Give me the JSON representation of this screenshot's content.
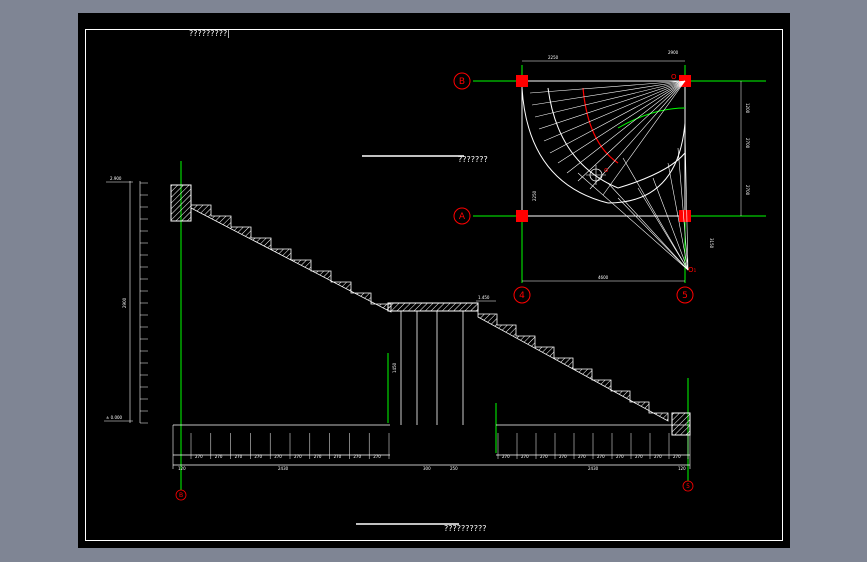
{
  "sheet_title": "?????????|",
  "plan_view": {
    "title": "???????",
    "axis_labels": {
      "row_top": "B",
      "row_bottom": "A",
      "col_left": "4",
      "col_right": "5"
    },
    "center_points": {
      "o": "o",
      "o1": "O",
      "o2": "O₁"
    },
    "dims_top": [
      "2250",
      "2900"
    ],
    "dims_right": [
      "1200",
      "2700",
      "2700",
      "3150"
    ],
    "dims_bottom": [
      "4600"
    ],
    "dim_left_small": "2250"
  },
  "section_view": {
    "title": "??????????",
    "axis_labels": {
      "left": "B",
      "right": "5"
    },
    "level_top": "2.900",
    "level_bottom": "± 0.000",
    "level_landing": "1.450",
    "height_total": "2900",
    "height_landing": "1450",
    "dims_left_run": [
      "270",
      "270",
      "270",
      "270",
      "270",
      "270",
      "270",
      "270",
      "270",
      "270"
    ],
    "dims_left_total": "2430",
    "dims_left_start": "120",
    "dims_mid": [
      "300",
      "250"
    ],
    "dims_right_run": [
      "270",
      "270",
      "270",
      "270",
      "270",
      "270",
      "270",
      "270",
      "270",
      "270"
    ],
    "dims_right_total": "2430",
    "dims_right_end": "120"
  },
  "colors": {
    "background": "#000000",
    "axis_green": "#00ff00",
    "axis_red": "#ff0000",
    "lines_white": "#ffffff",
    "outer_gray": "#7f8594"
  }
}
